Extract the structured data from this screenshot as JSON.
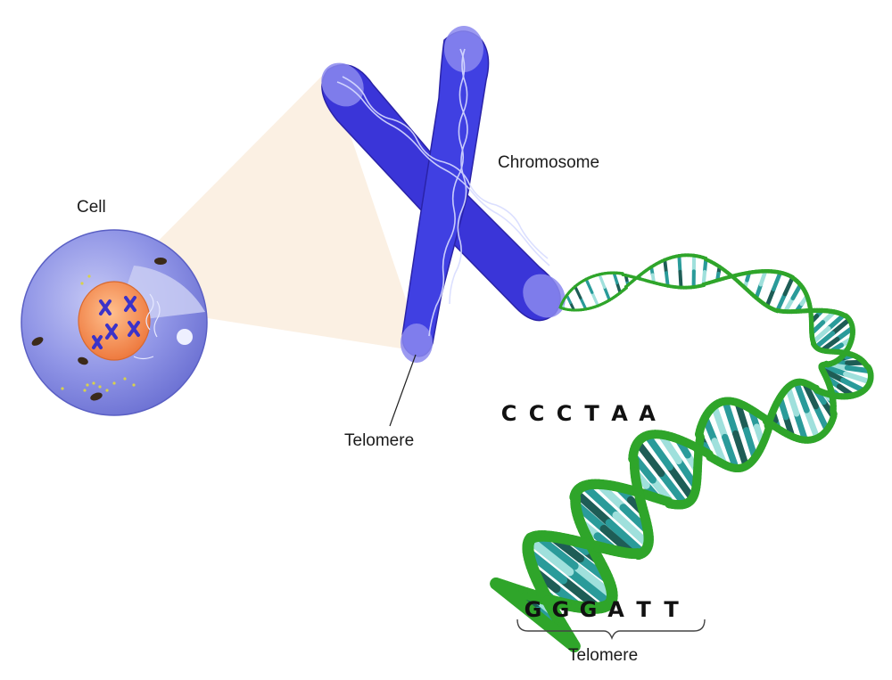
{
  "labels": {
    "cell": "Cell",
    "chromosome": "Chromosome",
    "telomere_chromosome": "Telomere",
    "telomere_dna": "Telomere"
  },
  "sequence_top": [
    "C",
    "C",
    "C",
    "T",
    "A",
    "A"
  ],
  "sequence_bottom": [
    "G",
    "G",
    "G",
    "A",
    "T",
    "T"
  ],
  "colors": {
    "chromosome": "#3a35d8",
    "chromosome_dark": "#2b22b0",
    "cell": "#8f93e6",
    "nucleus": "#f18a4f",
    "dna_backbone": "#2fa52a",
    "base_teal": "#2a9b9a",
    "base_dark": "#1e5d56",
    "base_light": "#9fe0dc",
    "zoom_cone": "#fbeee0"
  },
  "icons": [
    "cell-icon",
    "chromosome-icon",
    "dna-helix-icon"
  ]
}
